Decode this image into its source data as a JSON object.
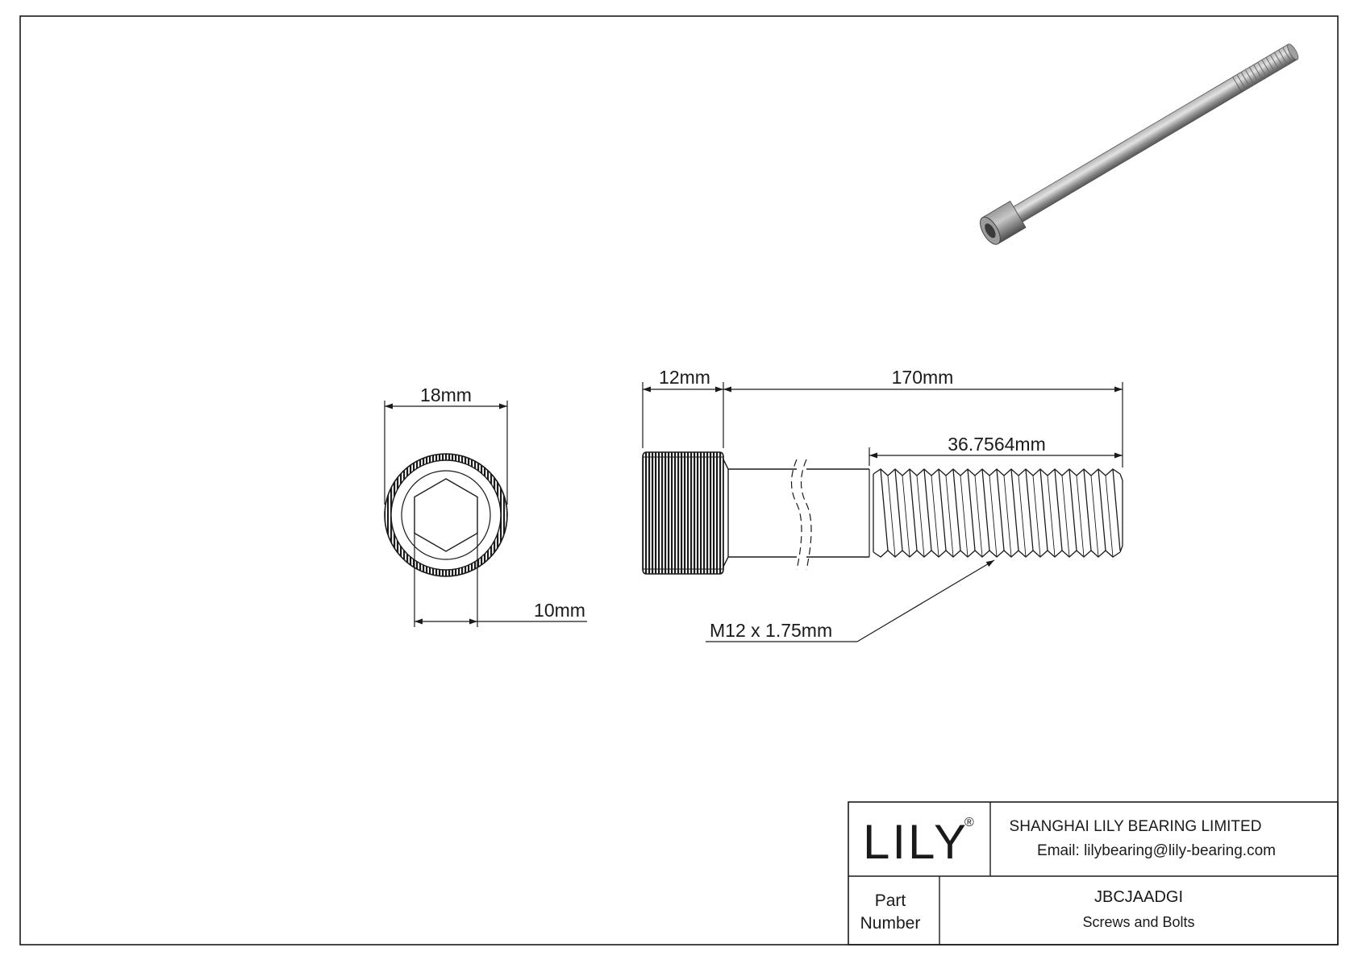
{
  "dimensions": {
    "head_diameter": "18mm",
    "hex_socket": "10mm",
    "head_height": "12mm",
    "length": "170mm",
    "thread_length": "36.7564mm",
    "thread_spec": "M12 x 1.75mm"
  },
  "title_block": {
    "logo_text": "LILY",
    "logo_mark": "®",
    "company": "SHANGHAI LILY BEARING LIMITED",
    "email": "Email: lilybearing@lily-bearing.com",
    "part_label_line1": "Part",
    "part_label_line2": "Number",
    "part_number": "JBCJAADGI",
    "category": "Screws and Bolts"
  },
  "colors": {
    "line": "#1a1a1a",
    "background": "#ffffff",
    "bolt_metal": "#8a8a8a"
  }
}
